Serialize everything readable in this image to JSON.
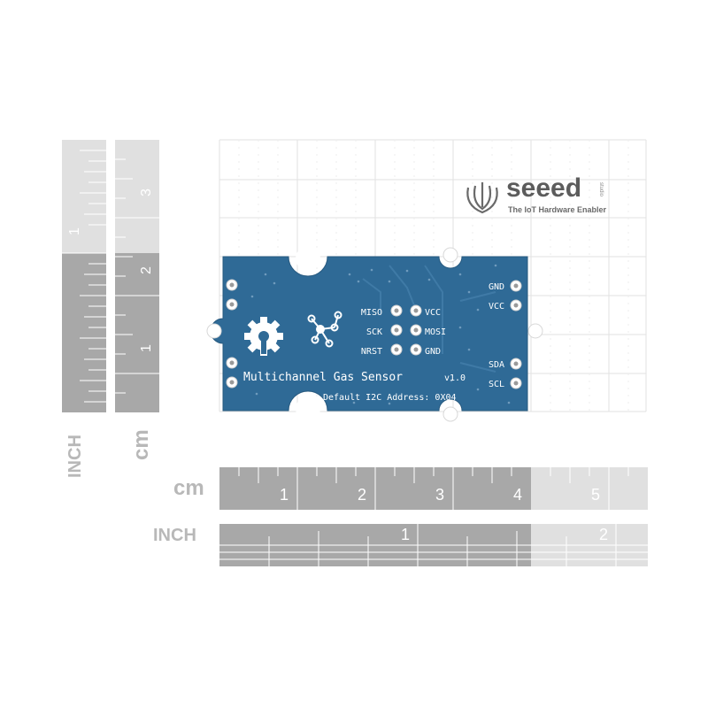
{
  "logo": {
    "brand": "seeed",
    "tagline": "The IoT Hardware Enabler",
    "small_vertical": "studio"
  },
  "board": {
    "title": "Multichannel Gas Sensor",
    "version": "v1.0",
    "subtitle": "Default I2C Address: 0X04",
    "isp_pins_left": [
      "MISO",
      "SCK",
      "NRST"
    ],
    "isp_pins_right": [
      "VCC",
      "MOSI",
      "GND"
    ],
    "header_top": [
      "GND",
      "VCC"
    ],
    "header_bottom": [
      "SDA",
      "SCL"
    ],
    "pcb_color": "#2f6a96"
  },
  "rulers": {
    "cm_label": "cm",
    "inch_label": "INCH",
    "horizontal_cm_ticks": [
      "1",
      "2",
      "3",
      "4",
      "5"
    ],
    "horizontal_inch_ticks": [
      "1",
      "2"
    ],
    "vertical_inch_ticks": [
      "1"
    ],
    "vertical_cm_ticks": [
      "3",
      "2",
      "1"
    ]
  }
}
